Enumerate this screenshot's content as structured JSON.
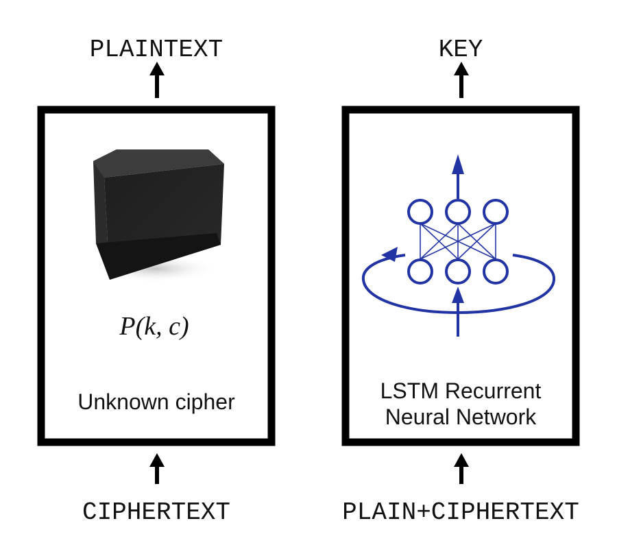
{
  "left_panel": {
    "top_label": "PLAINTEXT",
    "formula": "P(k, c)",
    "caption": "Unknown cipher",
    "bottom_label": "CIPHERTEXT",
    "icon": "black-box-cube-icon"
  },
  "right_panel": {
    "top_label": "KEY",
    "caption_line1": "LSTM Recurrent",
    "caption_line2": "Neural Network",
    "bottom_label": "PLAIN+CIPHERTEXT",
    "icon": "recurrent-neural-network-icon"
  },
  "colors": {
    "frame": "#000000",
    "network": "#2233a3",
    "text": "#111111"
  }
}
